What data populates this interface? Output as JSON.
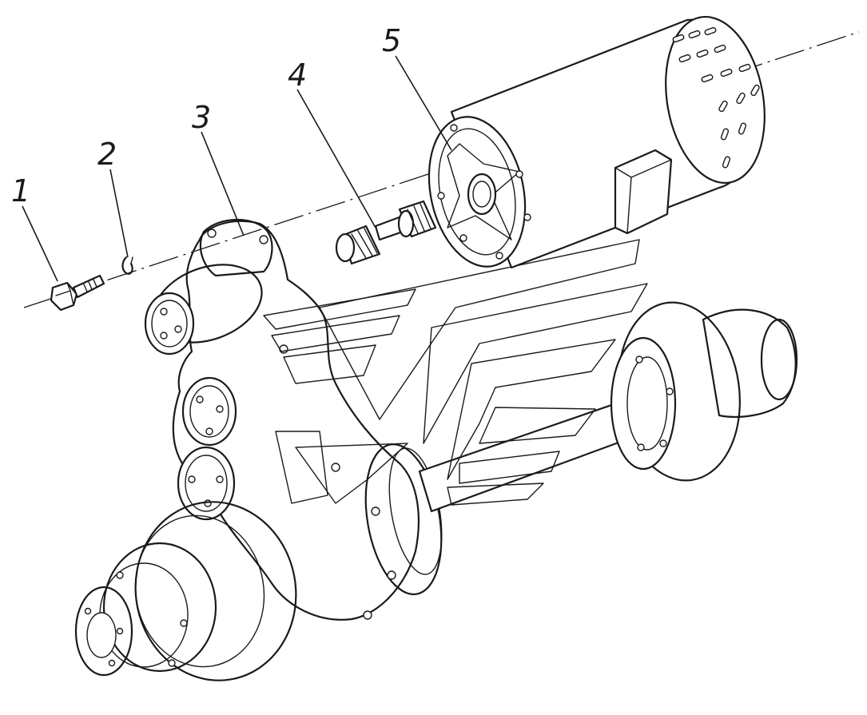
{
  "callouts": [
    {
      "label": "1",
      "part": "bolt"
    },
    {
      "label": "2",
      "part": "lock-washer"
    },
    {
      "label": "3",
      "part": "axle-housing"
    },
    {
      "label": "4",
      "part": "splined-shaft"
    },
    {
      "label": "5",
      "part": "electric-motor"
    }
  ],
  "colors": {
    "ink": "#1a1a1a",
    "paper": "#ffffff"
  }
}
